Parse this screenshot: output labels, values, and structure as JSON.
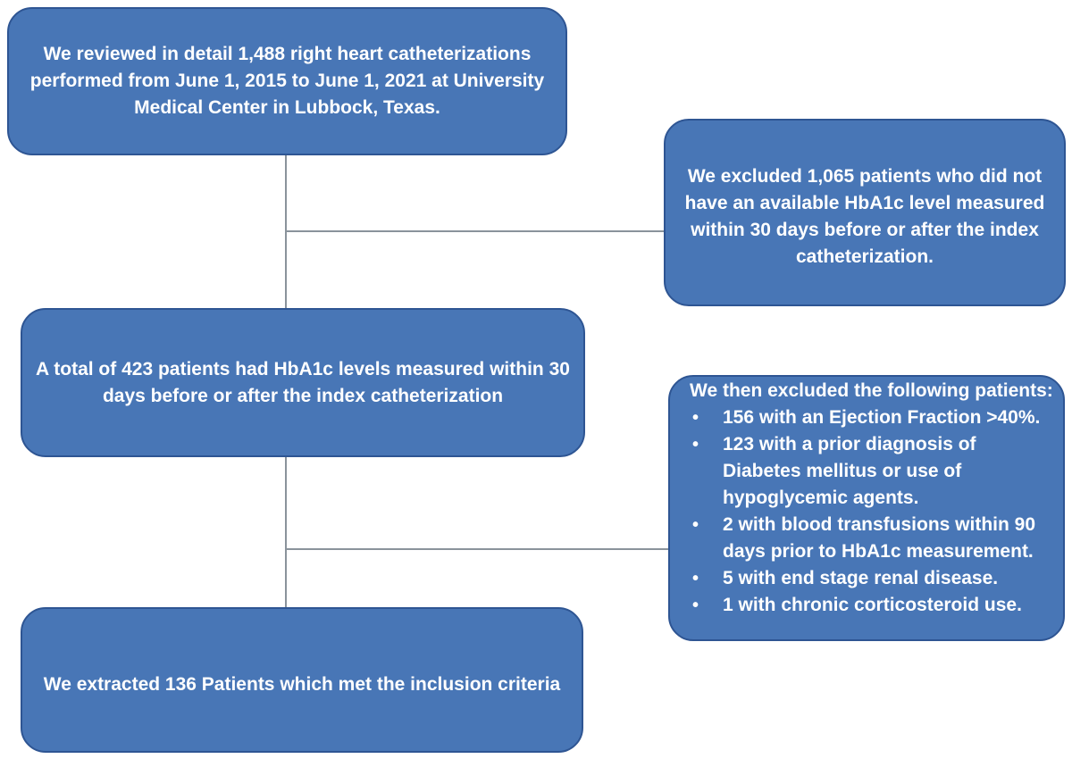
{
  "diagram": {
    "boxes": {
      "reviewed": {
        "text": "We reviewed in detail 1,488 right heart catheterizations\nperformed from June 1, 2015 to June 1, 2021 at University\nMedical Center in Lubbock, Texas."
      },
      "excluded_hba1c": {
        "text": "We excluded 1,065 patients who did not\nhave an available HbA1c level measured\nwithin 30 days before or after the index\ncatheterization."
      },
      "total_measured": {
        "text": "A total of 423 patients had HbA1c levels measured within 30\ndays before or after the index catheterization"
      },
      "excluded_criteria": {
        "title": "We then excluded the following patients:",
        "bullet_char": "•",
        "items": [
          "156 with an Ejection Fraction >40%.",
          "123 with a prior diagnosis of\nDiabetes mellitus or use of\nhypoglycemic agents.",
          "2 with blood transfusions within 90\ndays prior to HbA1c measurement.",
          "5 with end stage renal disease.",
          "1 with chronic corticosteroid use."
        ]
      },
      "extracted": {
        "text": "We extracted 136 Patients which met the inclusion criteria"
      }
    },
    "colors": {
      "box_fill": "#4876b6",
      "box_border": "#2e5593",
      "text": "#ffffff",
      "connector": "#8a939b"
    }
  }
}
